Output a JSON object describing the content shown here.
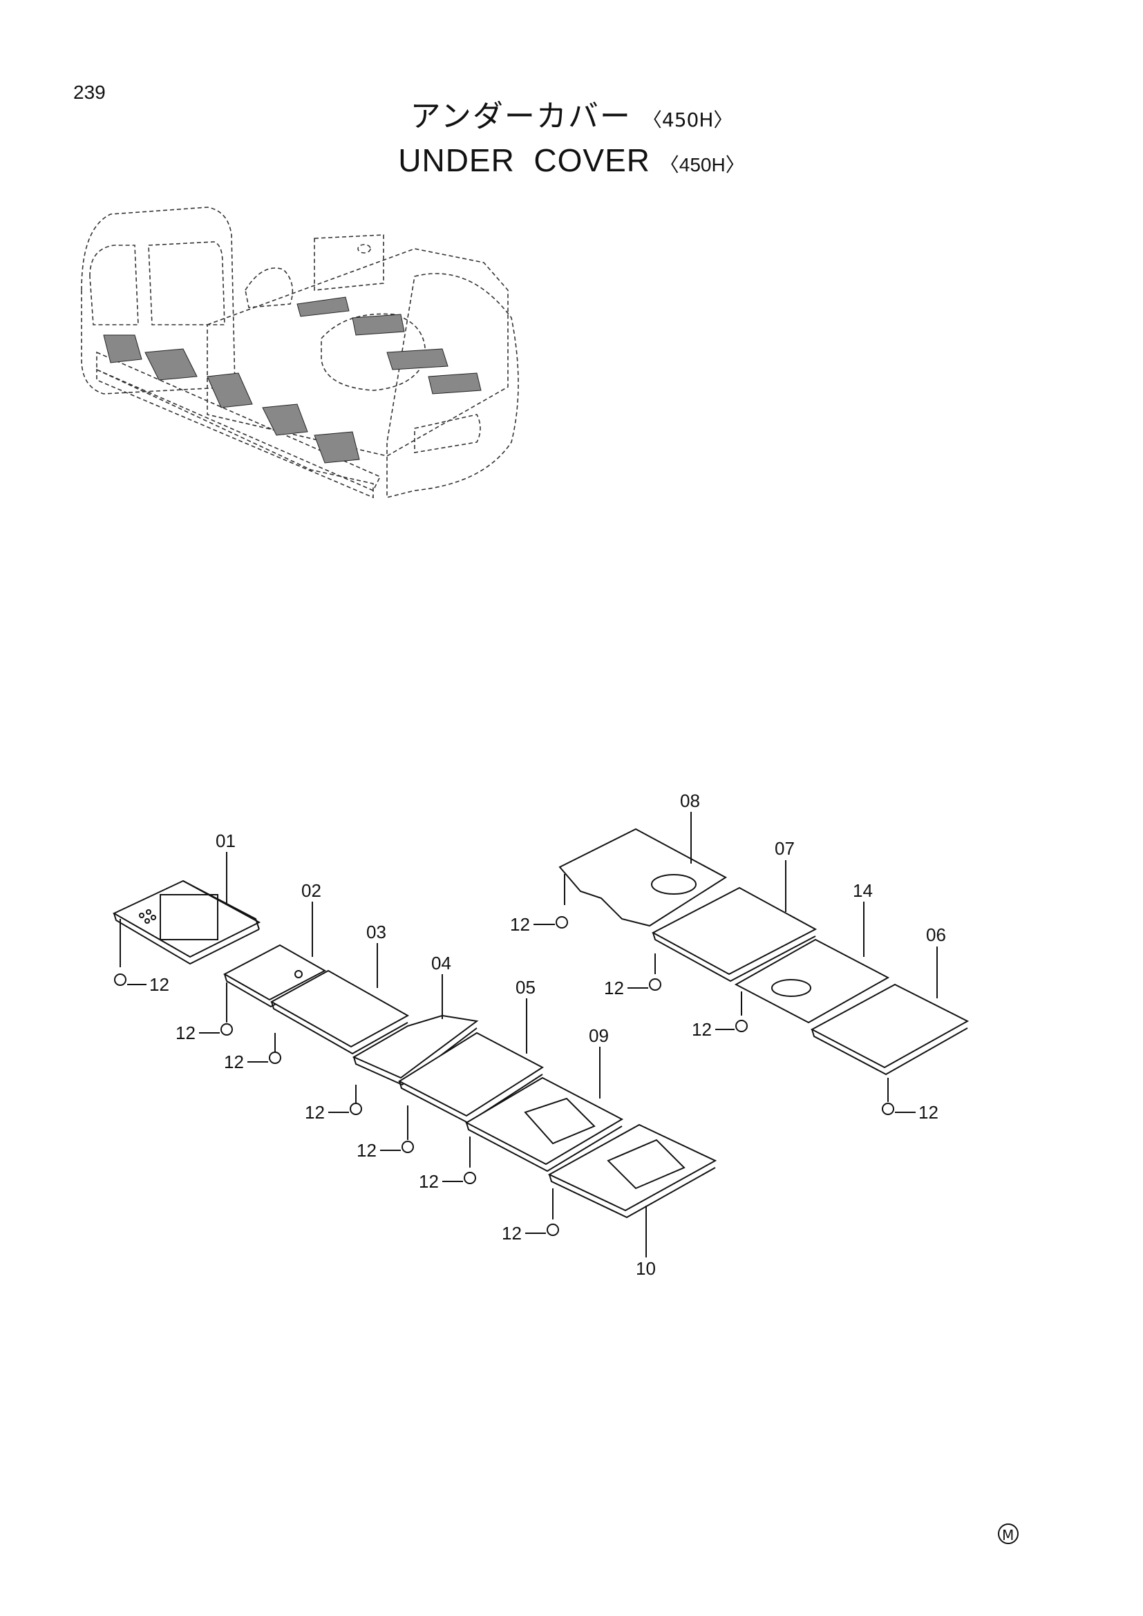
{
  "page": {
    "number": "239"
  },
  "title": {
    "ja": "アンダーカバー",
    "en": "UNDER  COVER",
    "variant": "〈450H〉"
  },
  "parts": [
    {
      "label": "01"
    },
    {
      "label": "02"
    },
    {
      "label": "03"
    },
    {
      "label": "04"
    },
    {
      "label": "05"
    },
    {
      "label": "06"
    },
    {
      "label": "07"
    },
    {
      "label": "08"
    },
    {
      "label": "09"
    },
    {
      "label": "10"
    },
    {
      "label": "14"
    }
  ],
  "bolt_label": "12",
  "mark": "M"
}
